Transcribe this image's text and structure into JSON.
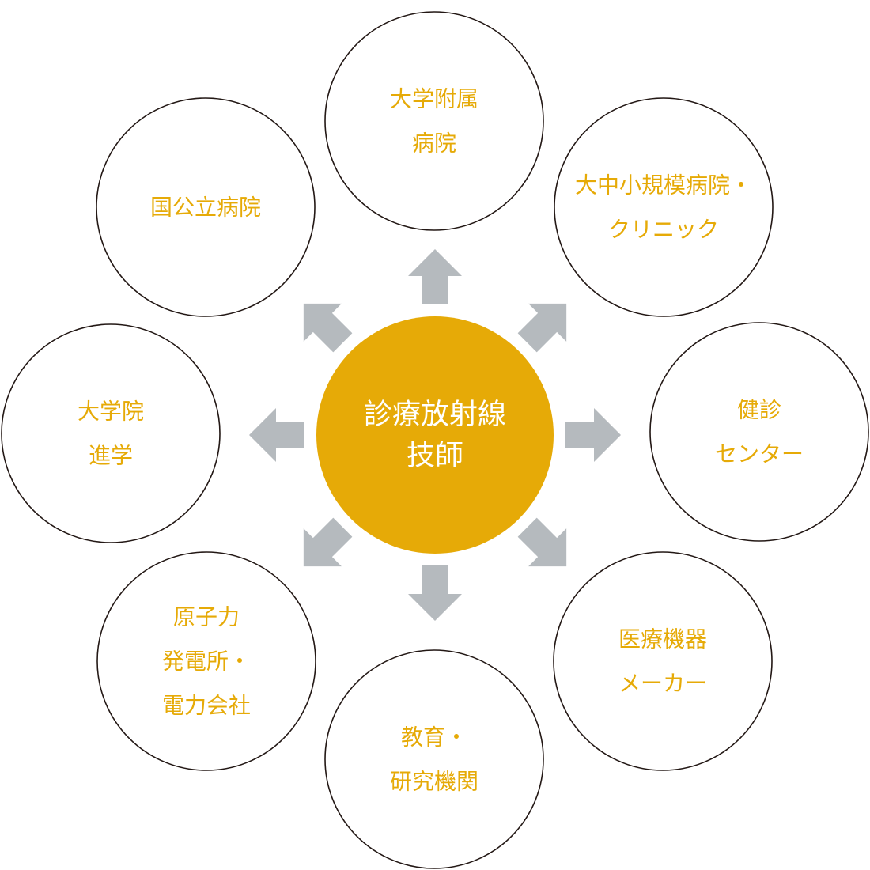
{
  "center": {
    "lines": [
      "診療放射線",
      "技師"
    ],
    "fill_color": "#E6AA07",
    "text_color": "#ffffff"
  },
  "nodes": [
    {
      "id": "university-hospital",
      "lines": [
        "大学附属",
        "病院"
      ]
    },
    {
      "id": "clinic",
      "lines": [
        "大中小規模病院・",
        "クリニック"
      ]
    },
    {
      "id": "health-center",
      "lines": [
        "健診",
        "センター"
      ]
    },
    {
      "id": "medical-device-maker",
      "lines": [
        "医療機器",
        "メーカー"
      ]
    },
    {
      "id": "education-research",
      "lines": [
        "教育・",
        "研究機関"
      ]
    },
    {
      "id": "nuclear-power",
      "lines": [
        "原子力",
        "発電所・",
        "電力会社"
      ]
    },
    {
      "id": "graduate-school",
      "lines": [
        "大学院",
        "進学"
      ]
    },
    {
      "id": "public-hospital",
      "lines": [
        "国公立病院"
      ]
    }
  ],
  "colors": {
    "node_text": "#E6AA07",
    "node_stroke": "#231815",
    "arrow": "#B5BABE"
  }
}
